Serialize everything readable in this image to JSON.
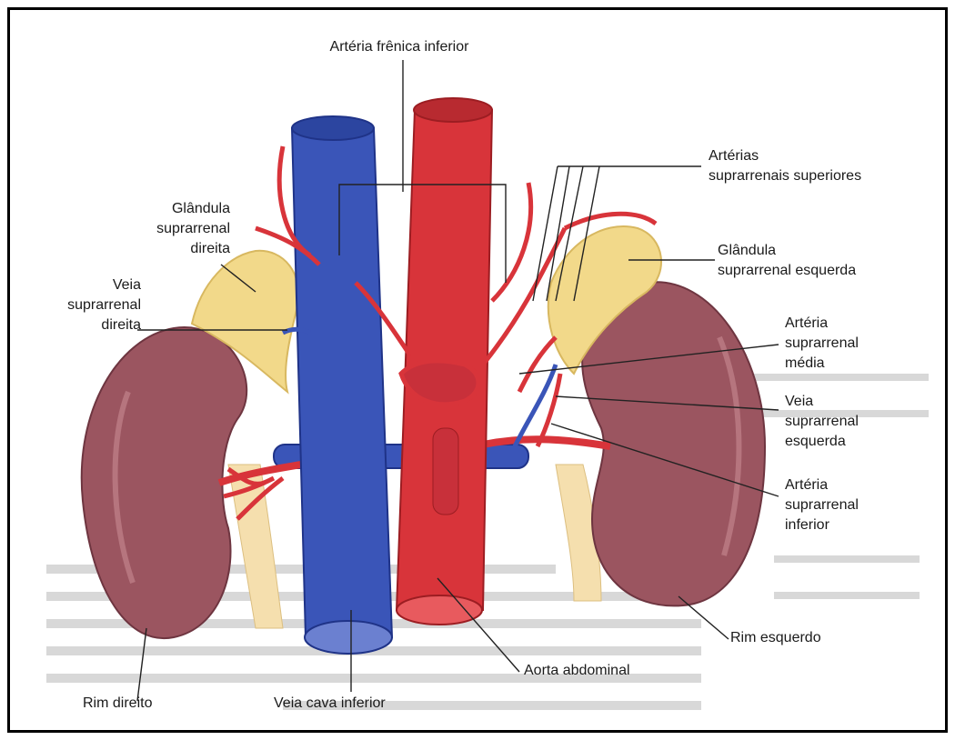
{
  "labels": {
    "arteria_frenica_inferior": "Artéria frênica inferior",
    "arterias_suprarrenais_superiores": "Artérias\nsuprarrenais superiores",
    "glandula_suprarrenal_direita": "Glândula\nsuprarrenal\ndireita",
    "veia_suprarrenal_direita": "Veia\nsuprarrenal\ndireita",
    "glandula_suprarrenal_esquerda": "Glândula\nsuprarrenal esquerda",
    "arteria_suprarrenal_media": "Artéria\nsuprarrenal\nmédia",
    "veia_suprarrenal_esquerda": "Veia\nsuprarrenal\nesquerda",
    "arteria_suprarrenal_inferior": "Artéria\nsuprarrenal\ninferior",
    "rim_esquerdo": "Rim esquerdo",
    "aorta_abdominal": "Aorta abdominal",
    "veia_cava_inferior": "Veia cava inferior",
    "rim_direito": "Rim direito"
  },
  "colors": {
    "vein": "#3a55b8",
    "vein_dark": "#1f3388",
    "artery": "#d8343a",
    "artery_dark": "#9c1d22",
    "kidney": "#9b5560",
    "kidney_dark": "#6e3540",
    "gland": "#f2d98a",
    "gland_edge": "#d8b860",
    "fat": "#f5dfae",
    "leader": "#222222"
  }
}
